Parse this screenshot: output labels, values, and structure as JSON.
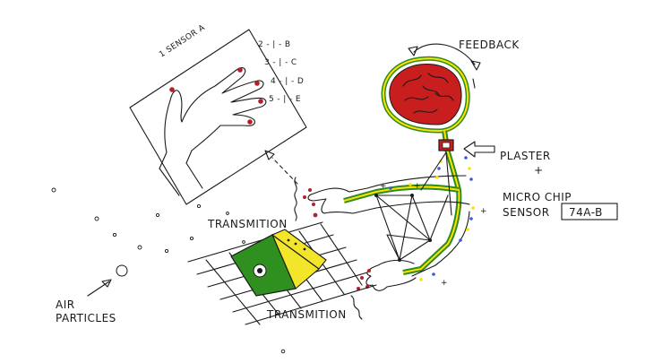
{
  "labels": {
    "sensor_a": "1 SENSOR A",
    "finger_codes": [
      "2 - | - B",
      "3 - | - C",
      "4 - | - D",
      "5 - | - E"
    ],
    "feedback": "FEEDBACK",
    "plaster": "PLASTER",
    "plus": "+",
    "microchip_line1": "MICRO CHIP",
    "microchip_line2": "SENSOR",
    "chip_code": "74A-B",
    "transmition_upper": "TRANSMITION",
    "transmition_lower": "TRANSMITION",
    "air_line1": "AIR",
    "air_line2": "PARTICLES"
  },
  "colors": {
    "brain": "#c81e1e",
    "nerve_green": "#2e8b1e",
    "nerve_yellow": "#ffe100",
    "device_green": "#2f8f1f",
    "device_yellow": "#f3e62a",
    "dot_red": "#b3202a",
    "dot_blue": "#3b5bd6"
  }
}
